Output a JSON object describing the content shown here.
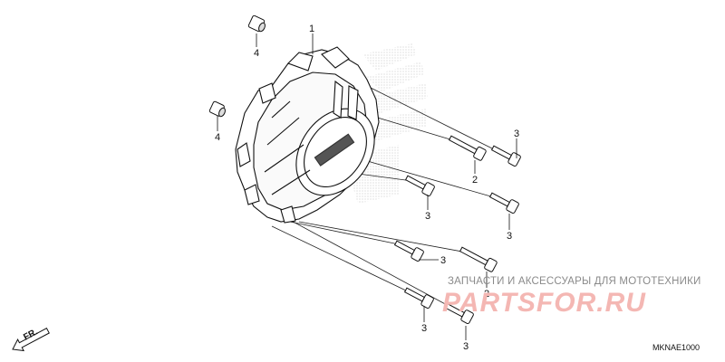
{
  "callouts": {
    "part1": "1",
    "part2_upper": "2",
    "part2_lower": "2",
    "part3_a": "3",
    "part3_b": "3",
    "part3_c": "3",
    "part3_d": "3",
    "part3_e": "3",
    "part3_f": "3",
    "part4_upper": "4",
    "part4_lower": "4"
  },
  "direction_arrow_label": "FR.",
  "watermark": {
    "caption": "ЗАПЧАСТИ И АКСЕССУАРЫ ДЛЯ МОТОТЕХНИКИ",
    "logo": "PARTSFOR.RU",
    "logo_color": "#f4b7b3",
    "caption_color": "#8a8a8a"
  },
  "diagram_code": "MKNAE1000"
}
